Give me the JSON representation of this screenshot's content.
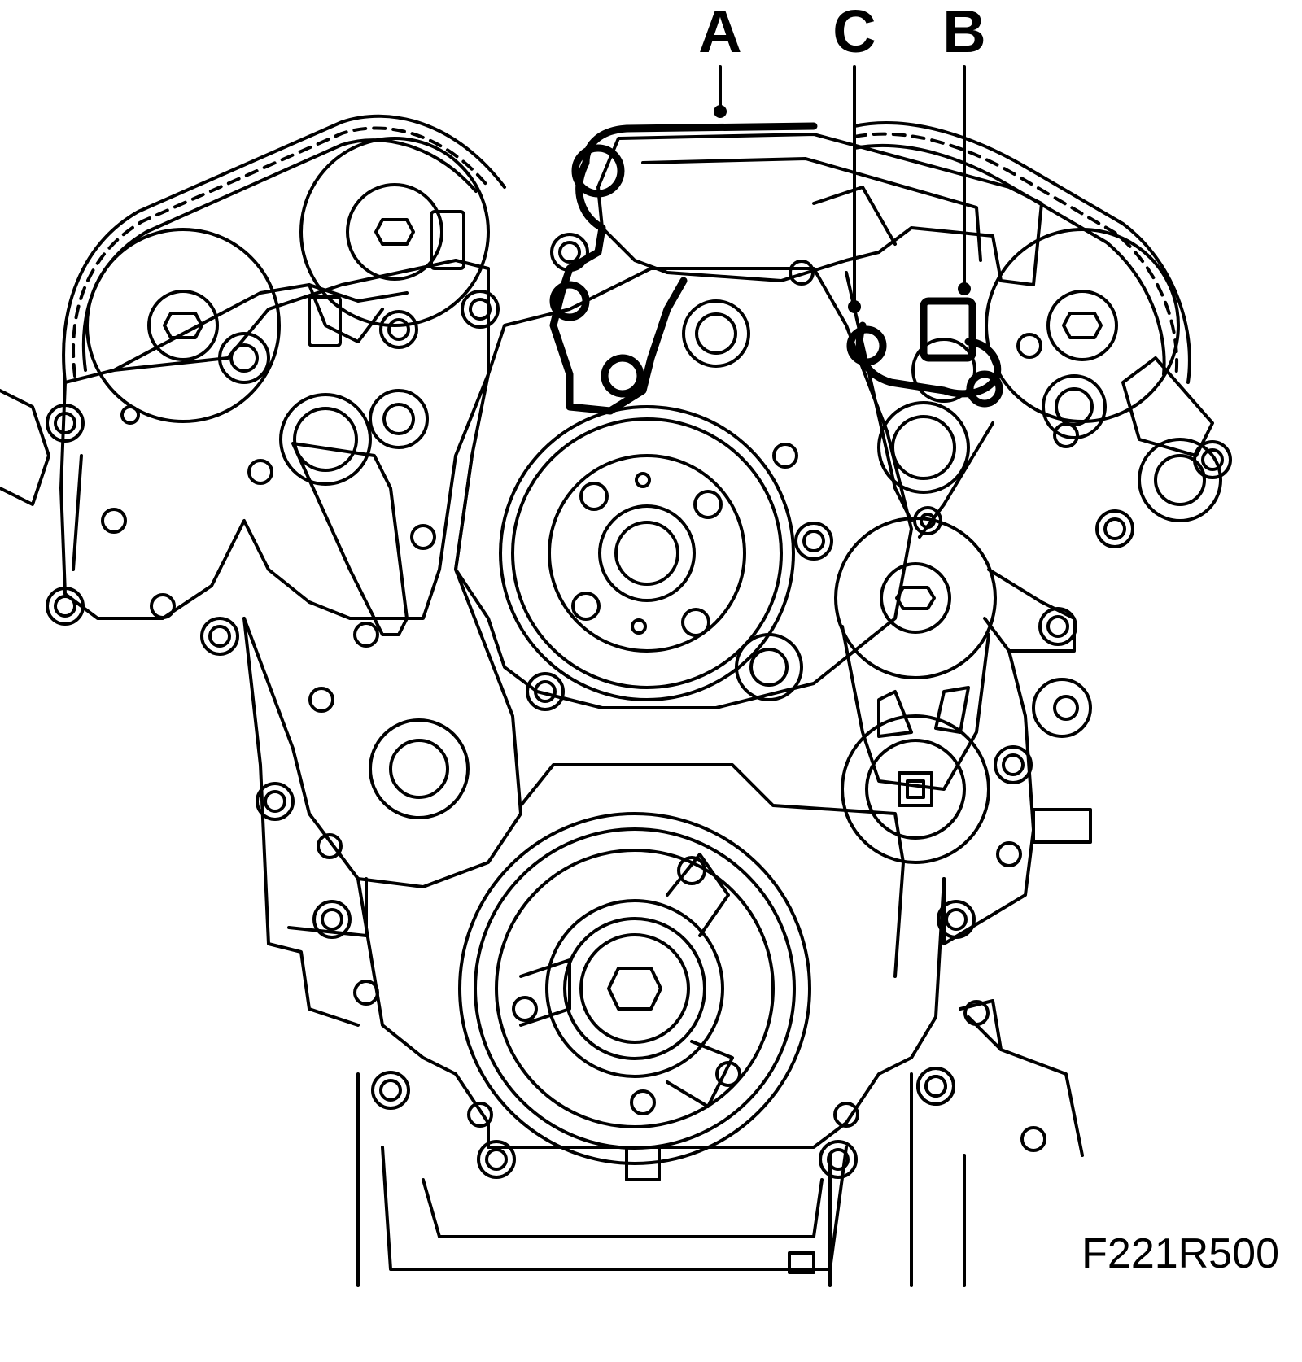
{
  "callouts": [
    {
      "id": "A",
      "label": "A"
    },
    {
      "id": "C",
      "label": "C"
    },
    {
      "id": "B",
      "label": "B"
    }
  ],
  "figure_code": "F221R500",
  "colors": {
    "ink": "#000000",
    "background": "#ffffff"
  }
}
